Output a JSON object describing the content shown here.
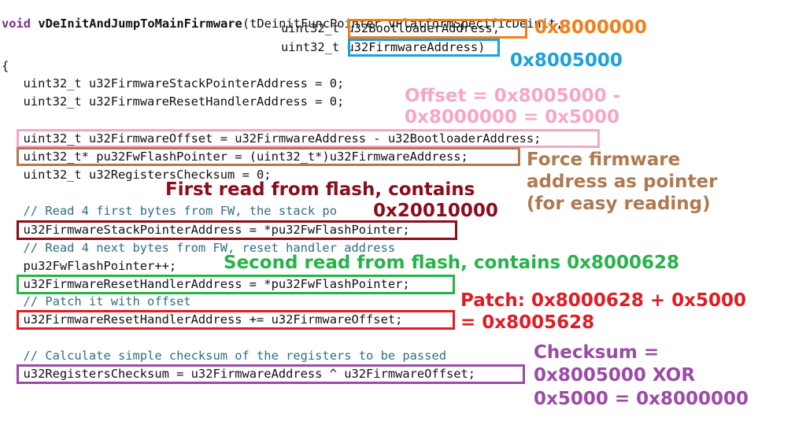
{
  "code": {
    "line1_kw": "void",
    "line1_fn": "vDeInitAndJumpToMainFirmware",
    "line1_rest": "(tDeinitFuncPointer vPlatformSpecificDeinit,",
    "line2": "uint32_t u32BootloaderAddress,",
    "line3": "uint32_t u32FirmwareAddress)",
    "line4": "{",
    "line5": "  uint32_t u32FirmwareStackPointerAddress = 0;",
    "line6": "  uint32_t u32FirmwareResetHandlerAddress = 0;",
    "line7": "  uint32_t u32FirmwareOffset = u32FirmwareAddress - u32BootloaderAddress;",
    "line8": "  uint32_t* pu32FwFlashPointer = (uint32_t*)u32FirmwareAddress;",
    "line9": "  uint32_t u32RegistersChecksum = 0;",
    "line10": "  // Read 4 first bytes from FW, the stack po",
    "line11": "  u32FirmwareStackPointerAddress = *pu32FwFlashPointer;",
    "line12": "  // Read 4 next bytes from FW, reset handler address",
    "line13": "  pu32FwFlashPointer++;",
    "line14": "  u32FirmwareResetHandlerAddress = *pu32FwFlashPointer;",
    "line15": "  // Patch it with offset",
    "line16": "  u32FirmwareResetHandlerAddress += u32FirmwareOffset;",
    "line17": "  // Calculate simple checksum of the registers to be passed",
    "line18": "  u32RegistersChecksum = u32FirmwareAddress ^ u32FirmwareOffset;"
  },
  "annotations": {
    "bootloader_value": "0x8000000",
    "firmware_value": "0x8005000",
    "offset_line1": "Offset = 0x8005000 -",
    "offset_line2": "0x8000000 = 0x5000",
    "force_line1": "Force firmware",
    "force_line2": "address as pointer",
    "force_line3": "(for easy reading)",
    "first_read_line1": "First read from flash, contains",
    "first_read_line2": "0x20010000",
    "second_read": "Second read from flash, contains 0x8000628",
    "patch_line1": "Patch: 0x8000628 + 0x5000",
    "patch_line2": "= 0x8005628",
    "checksum_line1": "Checksum =",
    "checksum_line2": "0x8005000 XOR",
    "checksum_line3": "0x5000 = 0x8000000"
  },
  "colors": {
    "orange": "#f07f1c",
    "blue": "#1aa2dc",
    "pink": "#f7a6c7",
    "brown": "#b07a50",
    "dark_red": "#8c0c1c",
    "green": "#27b34a",
    "red": "#e21b24",
    "purple": "#9c4aa8"
  }
}
